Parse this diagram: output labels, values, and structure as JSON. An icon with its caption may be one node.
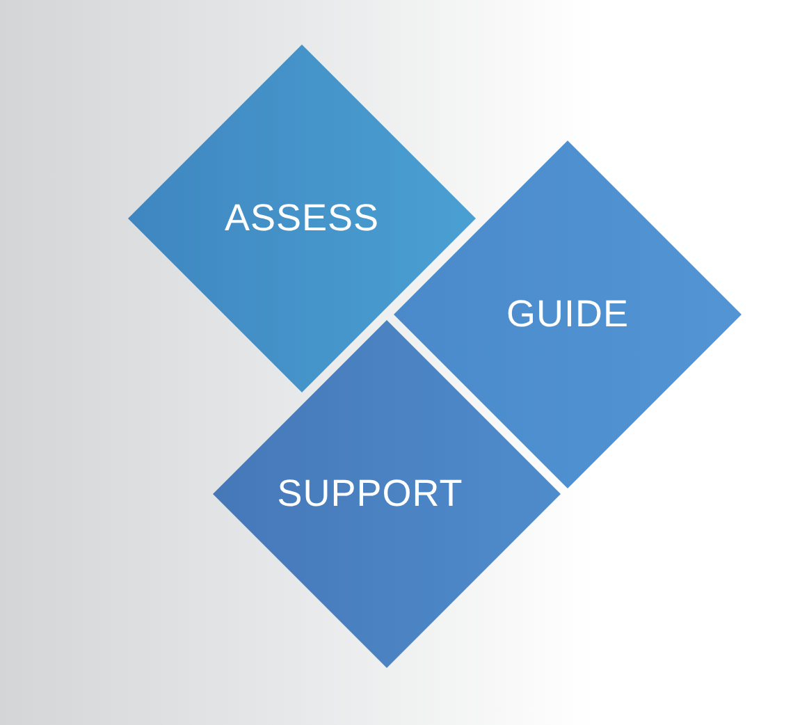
{
  "diagram": {
    "nodes": [
      {
        "text": [
          "ASSESS"
        ]
      },
      {
        "text": [
          "GUIDE"
        ]
      },
      {
        "text": [
          "SUPPORT"
        ]
      }
    ]
  }
}
